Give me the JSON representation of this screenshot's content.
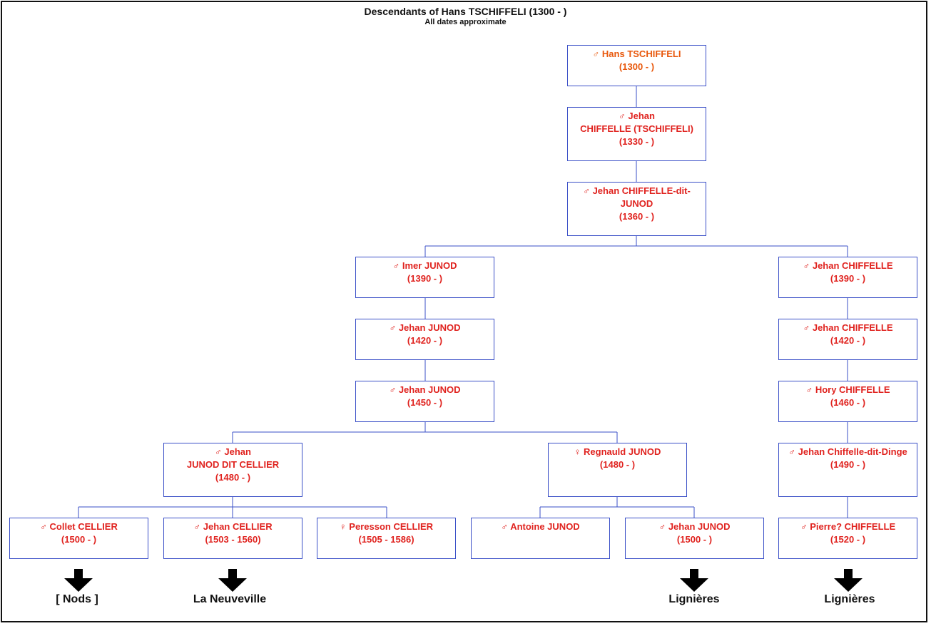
{
  "title": "Descendants of Hans TSCHIFFELI (1300 - )",
  "subtitle": "All dates approximate",
  "people": {
    "hans": {
      "sym": "♂",
      "name": "Hans TSCHIFFELI",
      "dates": "(1300 - )"
    },
    "jehan_1330": {
      "sym": "♂",
      "name": "Jehan",
      "name2": "CHIFFELLE (TSCHIFFELI)",
      "dates": "(1330 - )"
    },
    "jehan_1360": {
      "sym": "♂",
      "name": "Jehan CHIFFELLE-dit-",
      "name2": "JUNOD",
      "dates": "(1360 - )"
    },
    "imer": {
      "sym": "♂",
      "name": "Imer JUNOD",
      "dates": "(1390 - )"
    },
    "jehan_ch_1390": {
      "sym": "♂",
      "name": "Jehan CHIFFELLE",
      "dates": "(1390 - )"
    },
    "jehan_ju_1420": {
      "sym": "♂",
      "name": "Jehan JUNOD",
      "dates": "(1420 - )"
    },
    "jehan_ch_1420": {
      "sym": "♂",
      "name": "Jehan CHIFFELLE",
      "dates": "(1420 - )"
    },
    "jehan_ju_1450": {
      "sym": "♂",
      "name": "Jehan JUNOD",
      "dates": "(1450 - )"
    },
    "hory": {
      "sym": "♂",
      "name": "Hory CHIFFELLE",
      "dates": "(1460 - )"
    },
    "jehan_cellier_1480": {
      "sym": "♂",
      "name": "Jehan",
      "name2": "JUNOD DIT CELLIER",
      "dates": "(1480 - )"
    },
    "regnauld": {
      "sym": "♀",
      "name": "Regnauld JUNOD",
      "dates": "(1480 - )"
    },
    "jehan_dinge": {
      "sym": "♂",
      "name": "Jehan Chiffelle-dit-Dinge",
      "dates": "(1490 - )"
    },
    "collet": {
      "sym": "♂",
      "name": "Collet CELLIER",
      "dates": "(1500 - )"
    },
    "jehan_cellier": {
      "sym": "♂",
      "name": "Jehan CELLIER",
      "dates": "(1503 - 1560)"
    },
    "peresson": {
      "sym": "♀",
      "name": "Peresson CELLIER",
      "dates": "(1505 - 1586)"
    },
    "antoine": {
      "sym": "♂",
      "name": "Antoine JUNOD",
      "dates": ""
    },
    "jehan_ju_1500": {
      "sym": "♂",
      "name": "Jehan JUNOD",
      "dates": "(1500 - )"
    },
    "pierre": {
      "sym": "♂",
      "name": "Pierre? CHIFFELLE",
      "dates": "(1520 - )"
    }
  },
  "places": {
    "nods": "[ Nods ]",
    "neuveville": "La Neuveville",
    "lignieres1": "Lignières",
    "lignieres2": "Lignières"
  },
  "colors": {
    "male_text": "#e0231f",
    "root_text": "#e8580c",
    "box_border": "#3a4fc7"
  }
}
